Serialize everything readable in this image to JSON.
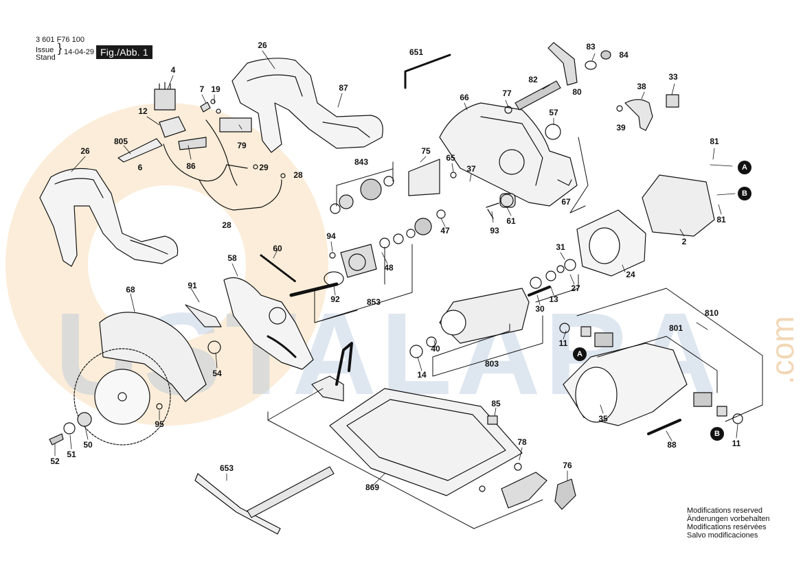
{
  "header": {
    "part_number": "3 601 F76 100",
    "issue_label": "Issue",
    "stand_label": "Stand",
    "date": "14-04-29",
    "figure": "Fig./Abb. 1"
  },
  "watermark": {
    "text": "USTALARA",
    "suffix": ".com"
  },
  "notes": [
    "Modifications reserved",
    "Änderungen vorbehalten",
    "Modifications resérvées",
    "Salvo modificaciones"
  ],
  "parts": [
    {
      "id": "p26a",
      "text": "26"
    },
    {
      "id": "p4",
      "text": "4"
    },
    {
      "id": "p7",
      "text": "7"
    },
    {
      "id": "p19",
      "text": "19"
    },
    {
      "id": "p651",
      "text": "651"
    },
    {
      "id": "p87",
      "text": "87"
    },
    {
      "id": "p83",
      "text": "83"
    },
    {
      "id": "p84",
      "text": "84"
    },
    {
      "id": "p82",
      "text": "82"
    },
    {
      "id": "p80",
      "text": "80"
    },
    {
      "id": "p38",
      "text": "38"
    },
    {
      "id": "p33",
      "text": "33"
    },
    {
      "id": "p39",
      "text": "39"
    },
    {
      "id": "p77",
      "text": "77"
    },
    {
      "id": "p66",
      "text": "66"
    },
    {
      "id": "p57",
      "text": "57"
    },
    {
      "id": "p12",
      "text": "12"
    },
    {
      "id": "p805",
      "text": "805"
    },
    {
      "id": "p6",
      "text": "6"
    },
    {
      "id": "p79",
      "text": "79"
    },
    {
      "id": "p86",
      "text": "86"
    },
    {
      "id": "p29",
      "text": "29"
    },
    {
      "id": "p28a",
      "text": "28"
    },
    {
      "id": "p28b",
      "text": "28"
    },
    {
      "id": "p26b",
      "text": "26"
    },
    {
      "id": "p75",
      "text": "75"
    },
    {
      "id": "p843",
      "text": "843"
    },
    {
      "id": "p65",
      "text": "65"
    },
    {
      "id": "p37",
      "text": "37"
    },
    {
      "id": "p67",
      "text": "67"
    },
    {
      "id": "p47",
      "text": "47"
    },
    {
      "id": "p93",
      "text": "93"
    },
    {
      "id": "p61",
      "text": "61"
    },
    {
      "id": "p81a",
      "text": "81"
    },
    {
      "id": "p81b",
      "text": "81"
    },
    {
      "id": "p2",
      "text": "2"
    },
    {
      "id": "p94",
      "text": "94"
    },
    {
      "id": "p48",
      "text": "48"
    },
    {
      "id": "p60",
      "text": "60"
    },
    {
      "id": "p58",
      "text": "58"
    },
    {
      "id": "p31",
      "text": "31"
    },
    {
      "id": "p27",
      "text": "27"
    },
    {
      "id": "p24",
      "text": "24"
    },
    {
      "id": "p13",
      "text": "13"
    },
    {
      "id": "p30",
      "text": "30"
    },
    {
      "id": "p92",
      "text": "92"
    },
    {
      "id": "p853",
      "text": "853"
    },
    {
      "id": "p91",
      "text": "91"
    },
    {
      "id": "p68",
      "text": "68"
    },
    {
      "id": "p810",
      "text": "810"
    },
    {
      "id": "p801",
      "text": "801"
    },
    {
      "id": "p11a",
      "text": "11"
    },
    {
      "id": "p803",
      "text": "803"
    },
    {
      "id": "p40",
      "text": "40"
    },
    {
      "id": "p14",
      "text": "14"
    },
    {
      "id": "p54",
      "text": "54"
    },
    {
      "id": "p95",
      "text": "95"
    },
    {
      "id": "p85",
      "text": "85"
    },
    {
      "id": "p35",
      "text": "35"
    },
    {
      "id": "p88",
      "text": "88"
    },
    {
      "id": "p11b",
      "text": "11"
    },
    {
      "id": "p52",
      "text": "52"
    },
    {
      "id": "p51",
      "text": "51"
    },
    {
      "id": "p50",
      "text": "50"
    },
    {
      "id": "p78",
      "text": "78"
    },
    {
      "id": "p653",
      "text": "653"
    },
    {
      "id": "p76",
      "text": "76"
    },
    {
      "id": "p869",
      "text": "869"
    }
  ],
  "refs": [
    {
      "id": "rA1",
      "text": "A"
    },
    {
      "id": "rB1",
      "text": "B"
    },
    {
      "id": "rA2",
      "text": "A"
    },
    {
      "id": "rB2",
      "text": "B"
    }
  ]
}
